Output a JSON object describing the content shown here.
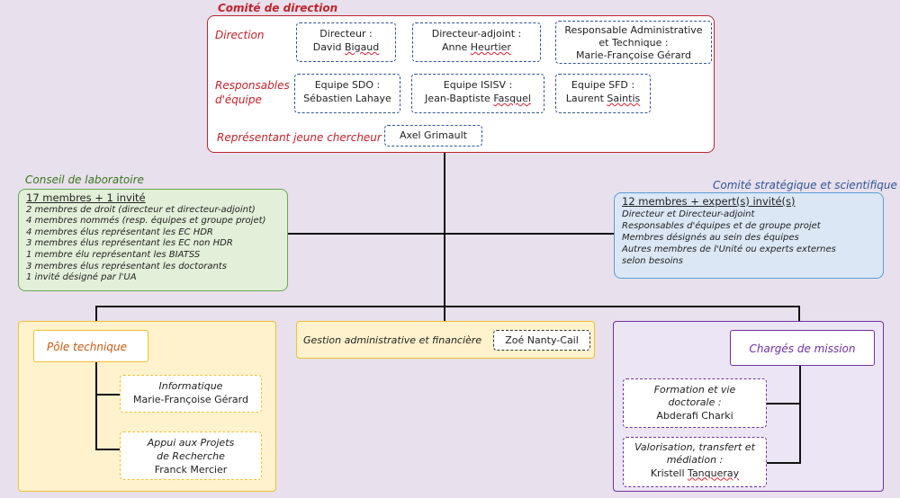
{
  "comite_direction": {
    "title": "Comité de direction",
    "direction_label": "Direction",
    "directeur": {
      "role": "Directeur :",
      "name_pre": "David ",
      "name_sq": "Bigaud"
    },
    "adjoint": {
      "role": "Directeur-adjoint :",
      "name_pre": "Anne ",
      "name_sq": "Heurtier"
    },
    "resp_admin": {
      "role1": "Responsable Administrative",
      "role2": "et Technique :",
      "name": "Marie-Françoise Gérard"
    },
    "responsables_label1": "Responsables",
    "responsables_label2": "d'équipe",
    "sdo": {
      "role": "Equipe SDO :",
      "name": "Sébastien Lahaye"
    },
    "isisv": {
      "role": "Equipe ISISV :",
      "name_pre": "Jean-Baptiste ",
      "name_sq": "Fasquel"
    },
    "sfd": {
      "role": "Equipe SFD :",
      "name_pre": "Laurent ",
      "name_sq": "Saintis"
    },
    "jeune_label": "Représentant jeune chercheur",
    "jeune_name": "Axel Grimault"
  },
  "conseil": {
    "title": "Conseil de laboratoire",
    "heading": "17 membres + 1 invité",
    "lines": [
      "2 membres de droit (directeur et directeur-adjoint)",
      "4 membres nommés (resp. équipes et groupe projet)",
      "4 membres élus représentant les EC HDR",
      "3 membres élus représentant les EC non HDR",
      "1 membre élu représentant les BIATSS",
      "3 membres élus représentant les doctorants",
      "1 invité désigné par l'UA"
    ]
  },
  "comite_strat": {
    "title": "Comité stratégique et scientifique",
    "heading": "12 membres + expert(s) invité(s)",
    "lines": [
      "Directeur et  Directeur-adjoint",
      "Responsables d'équipes et de groupe projet",
      "Membres désignés au sein des équipes",
      "Autres membres de l'Unité ou experts externes",
      "selon besoins"
    ]
  },
  "pole": {
    "title": "Pôle technique",
    "info": {
      "role": "Informatique",
      "name": "Marie-Françoise Gérard"
    },
    "appui": {
      "role1": "Appui aux Projets",
      "role2": "de Recherche",
      "name": "Franck Mercier"
    }
  },
  "gestion": {
    "label": "Gestion administrative et financière",
    "name": "Zoé Nanty-Cail"
  },
  "charges": {
    "title": "Chargés de mission",
    "formation": {
      "role1": "Formation et vie",
      "role2": "doctorale :",
      "name": "Abderafi Charki"
    },
    "valorisation": {
      "role1": "Valorisation, transfert et",
      "role2": "médiation :",
      "name_pre": "Kristell ",
      "name_sq": "Tanqueray"
    }
  },
  "colors": {
    "direction": "#c0242c",
    "conseil": "#6aa84f",
    "strat": "#2f5597",
    "pole": "#f1c232",
    "charges": "#7030a0"
  }
}
